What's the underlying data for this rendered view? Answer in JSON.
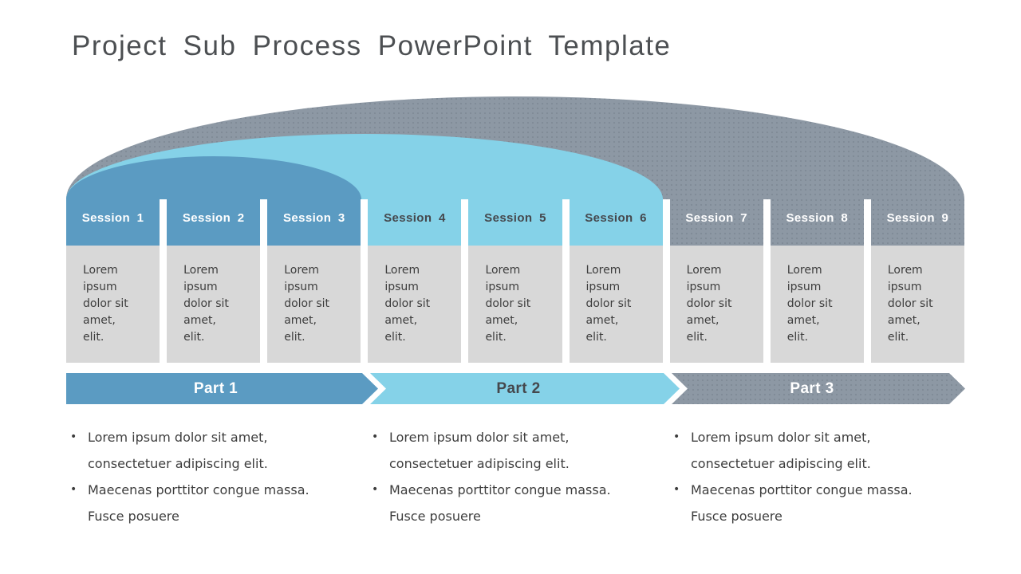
{
  "title": "Project Sub Process PowerPoint Template",
  "bullet_char": "•",
  "colors": {
    "blue": "#5b9bc2",
    "light_blue": "#85d2e8",
    "gray": "#8d98a4",
    "card_gray": "#d8d8d8",
    "title_text": "#4c4f52",
    "dark_text": "#3d3d3d",
    "light_text": "#ffffff"
  },
  "sessions": [
    {
      "label": "Session 1",
      "body": "Lorem\nipsum\ndolor sit\namet,\nelit.",
      "group": "Part 1"
    },
    {
      "label": "Session 2",
      "body": "Lorem\nipsum\ndolor sit\namet,\nelit.",
      "group": "Part 1"
    },
    {
      "label": "Session 3",
      "body": "Lorem\nipsum\ndolor sit\namet,\nelit.",
      "group": "Part 1"
    },
    {
      "label": "Session 4",
      "body": "Lorem\nipsum\ndolor sit\namet,\nelit.",
      "group": "Part 2"
    },
    {
      "label": "Session 5",
      "body": "Lorem\nipsum\ndolor sit\namet,\nelit.",
      "group": "Part 2"
    },
    {
      "label": "Session 6",
      "body": "Lorem\nipsum\ndolor sit\namet,\nelit.",
      "group": "Part 2"
    },
    {
      "label": "Session 7",
      "body": "Lorem\nipsum\ndolor sit\namet,\nelit.",
      "group": "Part 3"
    },
    {
      "label": "Session 8",
      "body": "Lorem\nipsum\ndolor sit\namet,\nelit.",
      "group": "Part 3"
    },
    {
      "label": "Session 9",
      "body": "Lorem\nipsum\ndolor sit\namet,\nelit.",
      "group": "Part 3"
    }
  ],
  "parts": [
    {
      "label": "Part 1",
      "bullets": [
        "Lorem ipsum dolor sit amet,\nconsectetuer adipiscing elit.",
        "Maecenas porttitor congue massa.\nFusce posuere"
      ]
    },
    {
      "label": "Part 2",
      "bullets": [
        "Lorem ipsum dolor sit amet,\nconsectetuer adipiscing elit.",
        "Maecenas porttitor congue massa.\nFusce posuere"
      ]
    },
    {
      "label": "Part 3",
      "bullets": [
        "Lorem ipsum dolor sit amet,\nconsectetuer adipiscing elit.",
        "Maecenas porttitor congue massa.\nFusce posuere"
      ]
    }
  ]
}
